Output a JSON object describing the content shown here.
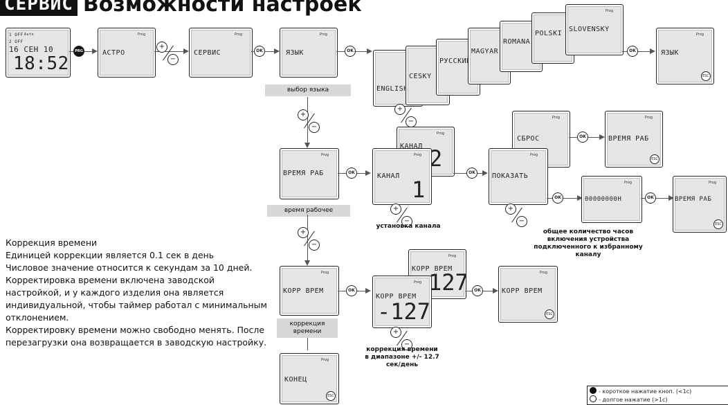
{
  "title": {
    "lcd": "СЕРВИС",
    "text": "Возможности настроек"
  },
  "screen_home": {
    "line1": "1 OFF",
    "line2": "2 OFF",
    "auto": "Auto",
    "date": "16 СЕН 10",
    "time": "18:52"
  },
  "prog_button": "PRG",
  "prog_tag": "Prog",
  "ok_label": "OK",
  "esc_label": "ESC",
  "plus": "+",
  "minus": "−",
  "screens": {
    "astro": "АСТРО",
    "service": "СЕРВИС",
    "lang": "ЯЗЫК",
    "languages": [
      "ENGLISH",
      "CESKY",
      "РУССКИЙ",
      "MAGYAR",
      "ROMANA",
      "POLSKI",
      "SLOVENSKY"
    ],
    "lang_result": "ЯЗЫК",
    "worktime": "ВРЕМЯ РАБ",
    "channel": "КАНАЛ",
    "channel_val1": "1",
    "channel_val2": "2",
    "reset": "СБРОС",
    "reset_result": "ВРЕМЯ РАБ",
    "show": "ПОКАЗАТЬ",
    "hours": "00000000H",
    "hours_result": "ВРЕМЯ РАБ",
    "corr": "КОРР ВРЕМ",
    "corr_val_neg": "-127",
    "corr_val_pos": "127",
    "corr_result": "КОРР ВРЕМ",
    "end": "КОНЕЦ"
  },
  "labels": {
    "lang_select": "выбор языка",
    "worktime": "время рабочее",
    "channel_set": "установка канала",
    "total_hours": "общее количество часов включения устройства подключенного к избранному каналу",
    "corr": "коррекция времени",
    "corr_range": "коррекция времени в диапазоне +/- 12.7 сек/день"
  },
  "paragraph": [
    "Коррекция времени",
    "Единицей коррекции является 0.1 сек в день",
    "Числовое значение относится к секундам за 10 дней.",
    "Корректировка времени включена заводской настройкой, и у каждого изделия она является индивидуальной, чтобы таймер работал с минимальным отклонением.",
    "Корректировку времени можно свободно менять. После перезагрузки она возвращается в заводскую настройку."
  ],
  "legend": {
    "short": "- короткое нажатие кноп. (<1c)",
    "long": "- долгое нажатие (>1c)"
  }
}
